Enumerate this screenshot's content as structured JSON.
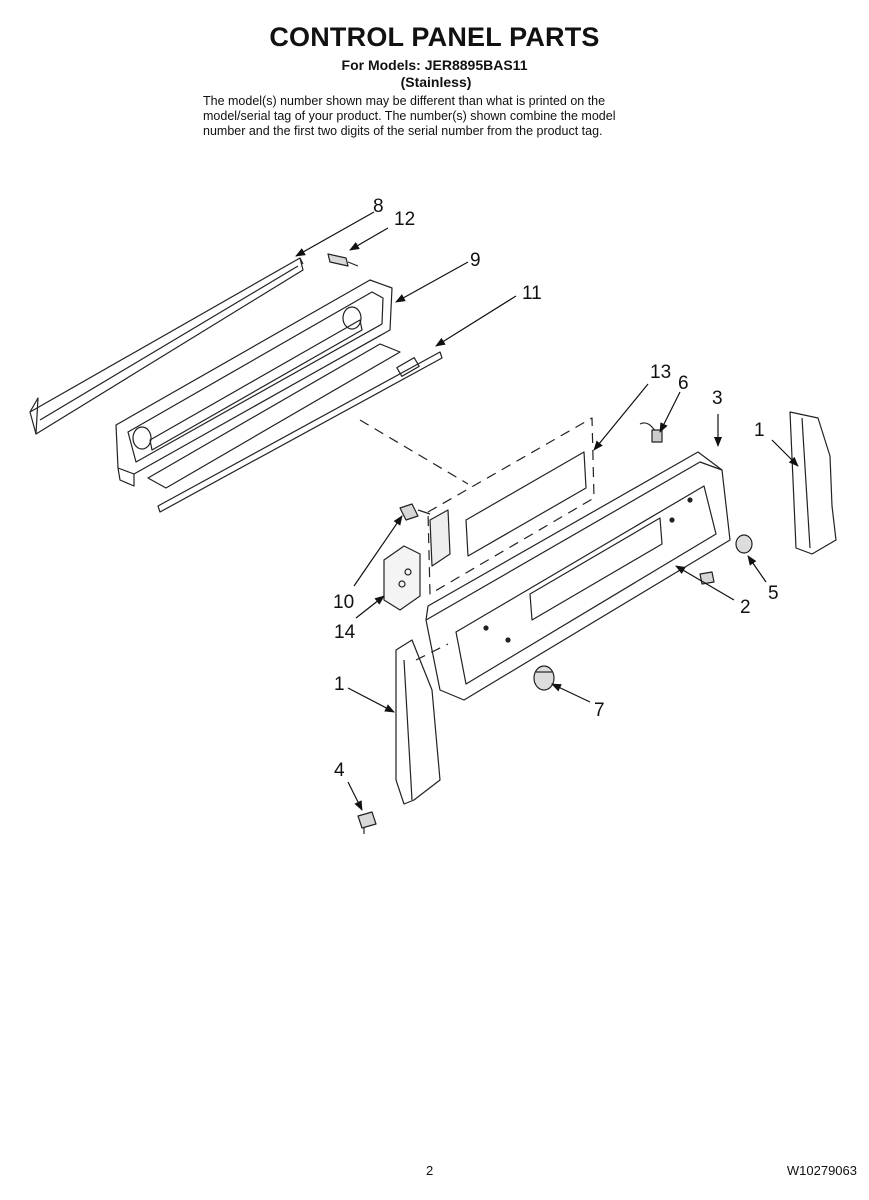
{
  "header": {
    "title": "CONTROL PANEL PARTS",
    "models_line": "For Models: JER8895BAS11",
    "variant": "(Stainless)",
    "note_lines": [
      "The model(s) number shown may be different than what is printed on the",
      "model/serial tag of your product. The number(s) shown combine the model",
      "number and the first two digits of the serial number from the product tag."
    ]
  },
  "callouts": {
    "c8": "8",
    "c12": "12",
    "c9": "9",
    "c11": "11",
    "c13": "13",
    "c6": "6",
    "c3": "3",
    "c1_right": "1",
    "c10": "10",
    "c14": "14",
    "c2": "2",
    "c5": "5",
    "c1_left": "1",
    "c7": "7",
    "c4": "4"
  },
  "footer": {
    "page_number": "2",
    "document_number": "W10279063"
  }
}
